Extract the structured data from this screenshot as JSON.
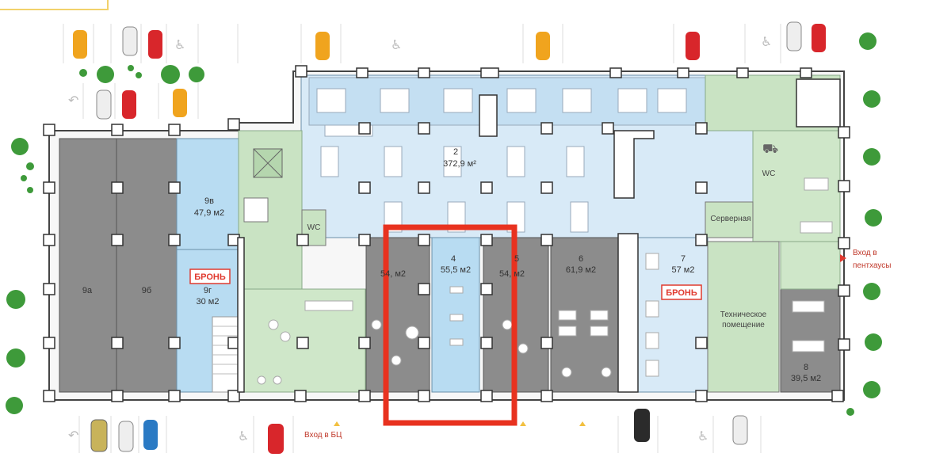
{
  "units": {
    "u2": {
      "num": "2",
      "area": "372,9 м²"
    },
    "u9a": {
      "num": "9а"
    },
    "u9b": {
      "num": "9б"
    },
    "u9v": {
      "num": "9в",
      "area": "47,9 м2"
    },
    "u9g": {
      "num": "9г",
      "area": "30 м2"
    },
    "u3": {
      "num": "",
      "area": "54,  м2"
    },
    "u4": {
      "num": "4",
      "area": "55,5 м2"
    },
    "u5": {
      "num": "5",
      "area": "54,  м2"
    },
    "u6": {
      "num": "6",
      "area": "61,9 м2"
    },
    "u7": {
      "num": "7",
      "area": "57 м2"
    },
    "u8": {
      "num": "8",
      "area": "39,5 м2"
    }
  },
  "rooms": {
    "server": "Серверная",
    "tech_line1": "Техническое",
    "tech_line2": "помещение",
    "wc": "WC",
    "wc2": "WC"
  },
  "badges": {
    "reserved": "БРОНЬ"
  },
  "entrances": {
    "bc": "Вход в БЦ",
    "penthouse_line1": "Вход в",
    "penthouse_line2": "пентхаусы"
  },
  "colors": {
    "reserved_badge": "#e03a2f",
    "highlight_frame": "#e8321f",
    "light_blue": "#d8eaf7",
    "blue": "#b8dcf2",
    "gray": "#8c8c8c",
    "green": "#c9e3c3"
  },
  "icons": [
    "car-icon",
    "tree-icon",
    "wheelchair-icon",
    "u-turn-icon",
    "stroller-icon"
  ]
}
